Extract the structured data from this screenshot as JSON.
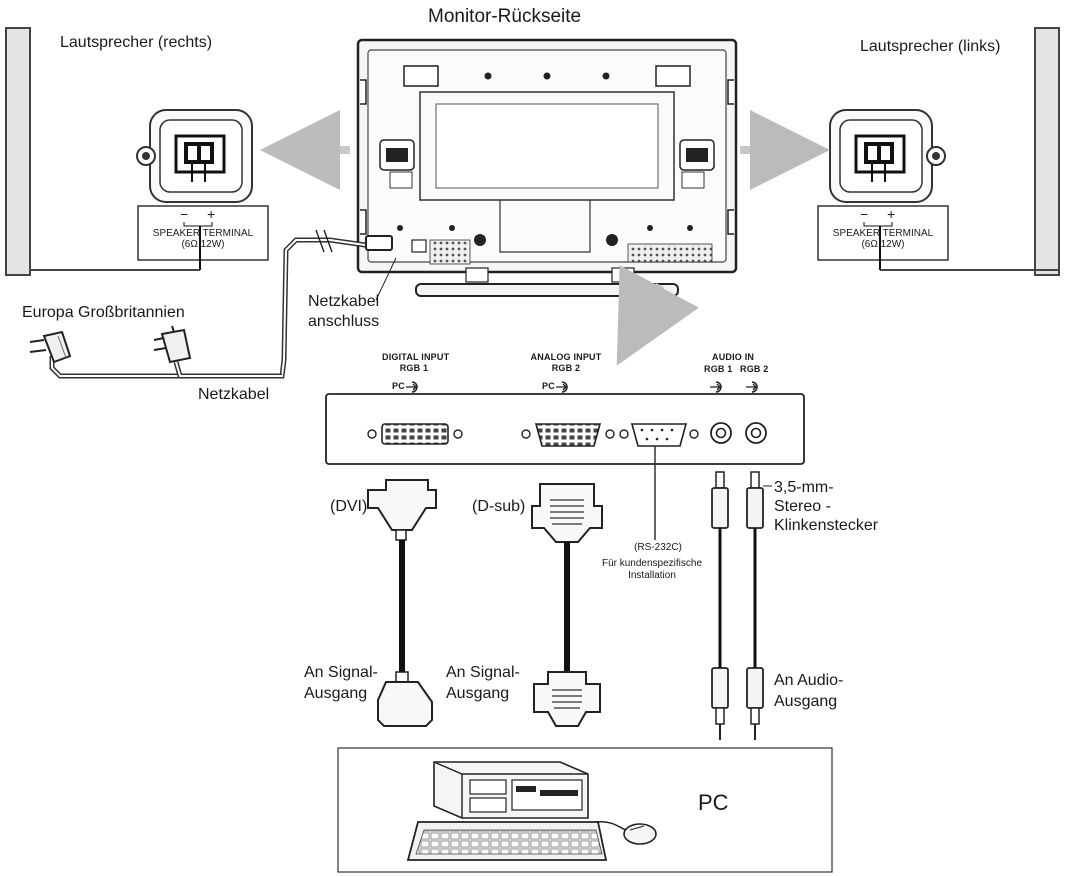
{
  "title": "Monitor-Rückseite",
  "speakers": {
    "right_label": "Lautsprecher (rechts)",
    "left_label": "Lautsprecher (links)",
    "minus": "−",
    "plus": "+",
    "terminal_line1": "SPEAKER TERMINAL",
    "terminal_line2": "(6Ω 12W)"
  },
  "power": {
    "plug_regions": "Europa Großbritannien",
    "cable_label": "Netzkabel",
    "connector_line1": "Netzkabel",
    "connector_line2": "anschluss"
  },
  "panel": {
    "digital_input_line1": "DIGITAL INPUT",
    "digital_input_line2": "RGB 1",
    "analog_input_line1": "ANALOG INPUT",
    "analog_input_line2": "RGB 2",
    "audio_in": "AUDIO IN",
    "audio_rgb1": "RGB 1",
    "audio_rgb2": "RGB 2",
    "pc_digital": "PC",
    "pc_analog": "PC"
  },
  "cables": {
    "dvi": "(DVI)",
    "dsub": "(D-sub)",
    "rs232c": "(RS-232C)",
    "rs_note_line1": "Für kundenspezifische",
    "rs_note_line2": "Installation",
    "stereo_line1": "3,5-mm-",
    "stereo_line2": "Stereo -",
    "stereo_line3": "Klinkenstecker",
    "signal_out1_line1": "An Signal-",
    "signal_out1_line2": "Ausgang",
    "signal_out2_line1": "An Signal-",
    "signal_out2_line2": "Ausgang",
    "audio_out_line1": "An Audio-",
    "audio_out_line2": "Ausgang"
  },
  "pc_label": "PC"
}
